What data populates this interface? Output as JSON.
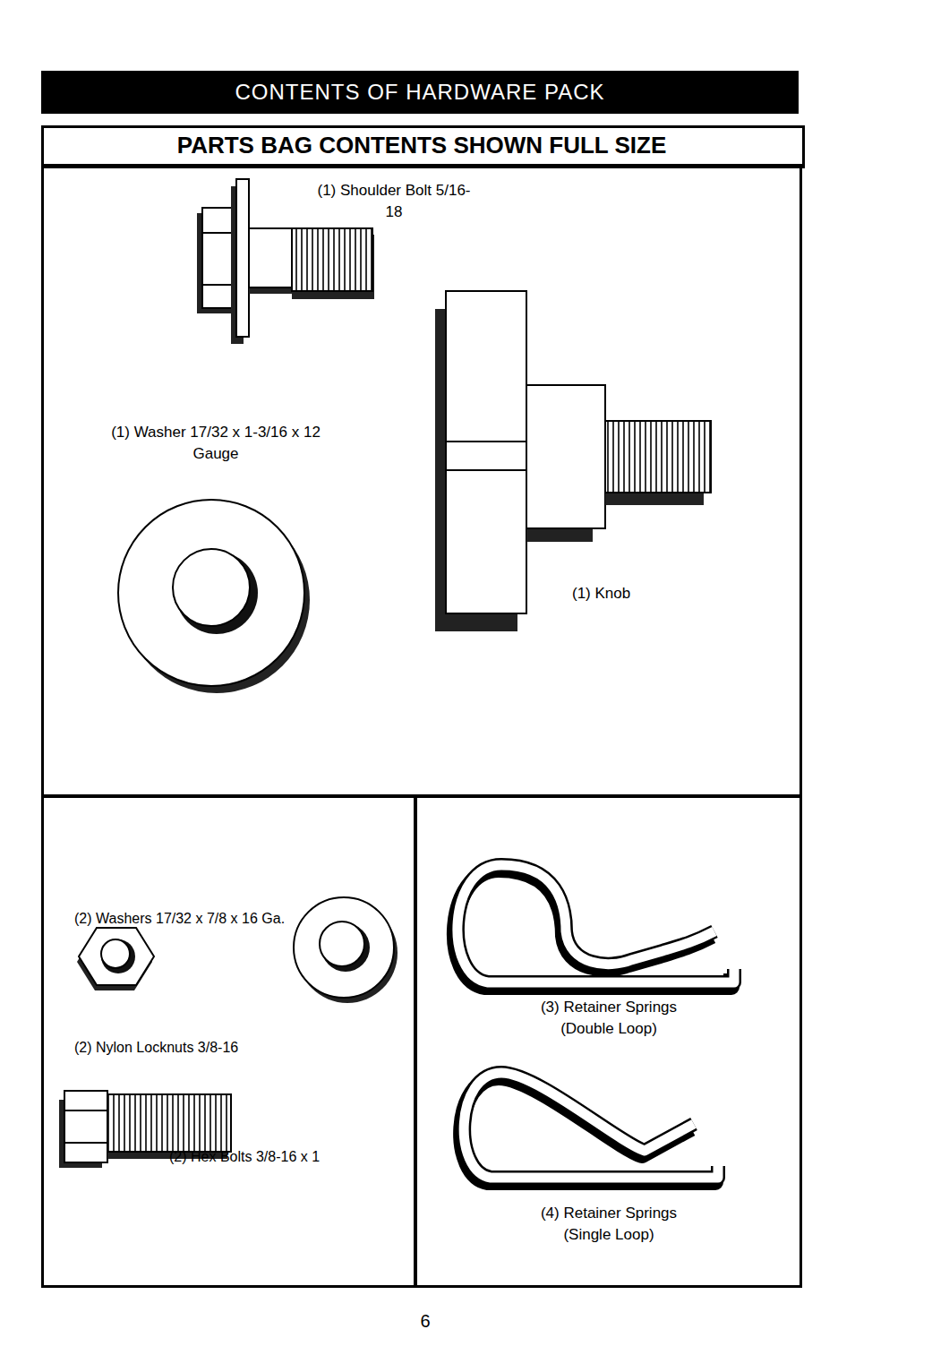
{
  "diagram": {
    "title": "CONTENTS OF HARDWARE PACK",
    "nodes": [
      {
        "text": [
          "PARTS BAG CONTENTS SHOWN FULL SIZE"
        ]
      },
      {
        "text": [
          "(1) Shoulder Bolt 5/16-18",
          "(1) Washer 17/32 x 1-3/16 x 12 Gauge",
          "(1) Knob"
        ]
      },
      {
        "text": [
          "(2) Washers 17/32 x 7/8 x 16 Ga.",
          "(2) Nylon Locknuts 3/8-16",
          "(2) Hex Bolts 3/8-16 x 1"
        ]
      },
      {
        "text": [
          "(3) Retainer Springs (Double Loop)",
          "(4) Retainer Springs (Single Loop)"
        ]
      }
    ],
    "labels": [
      "6"
    ]
  }
}
